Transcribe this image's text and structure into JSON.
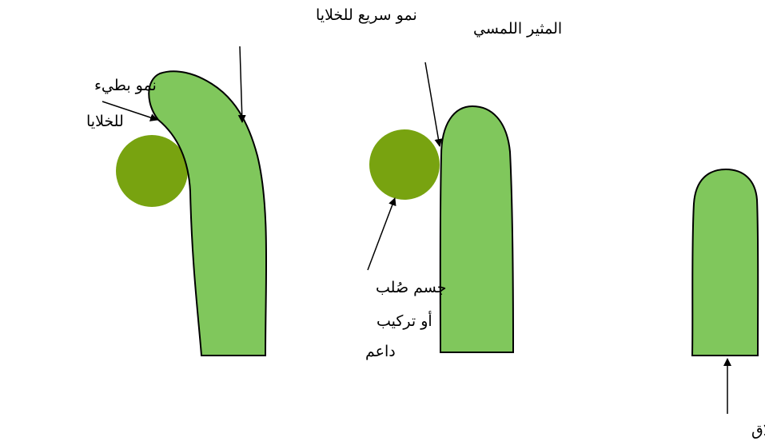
{
  "colors": {
    "tendril_fill": "#80c75c",
    "support_fill": "#78a310",
    "outline": "#000000",
    "background": "#ffffff"
  },
  "labels": {
    "fast_growth": "نمو سريع للخلايا",
    "slow_growth_line1": "نمو بطيء",
    "slow_growth_line2": "للخلايا",
    "touch_stimulus": "المثير اللمسي",
    "support_line1": "جسم صُلب",
    "support_line2": "أو تركيب",
    "support_line3": "داعم",
    "tendril": "المِحلاق"
  }
}
